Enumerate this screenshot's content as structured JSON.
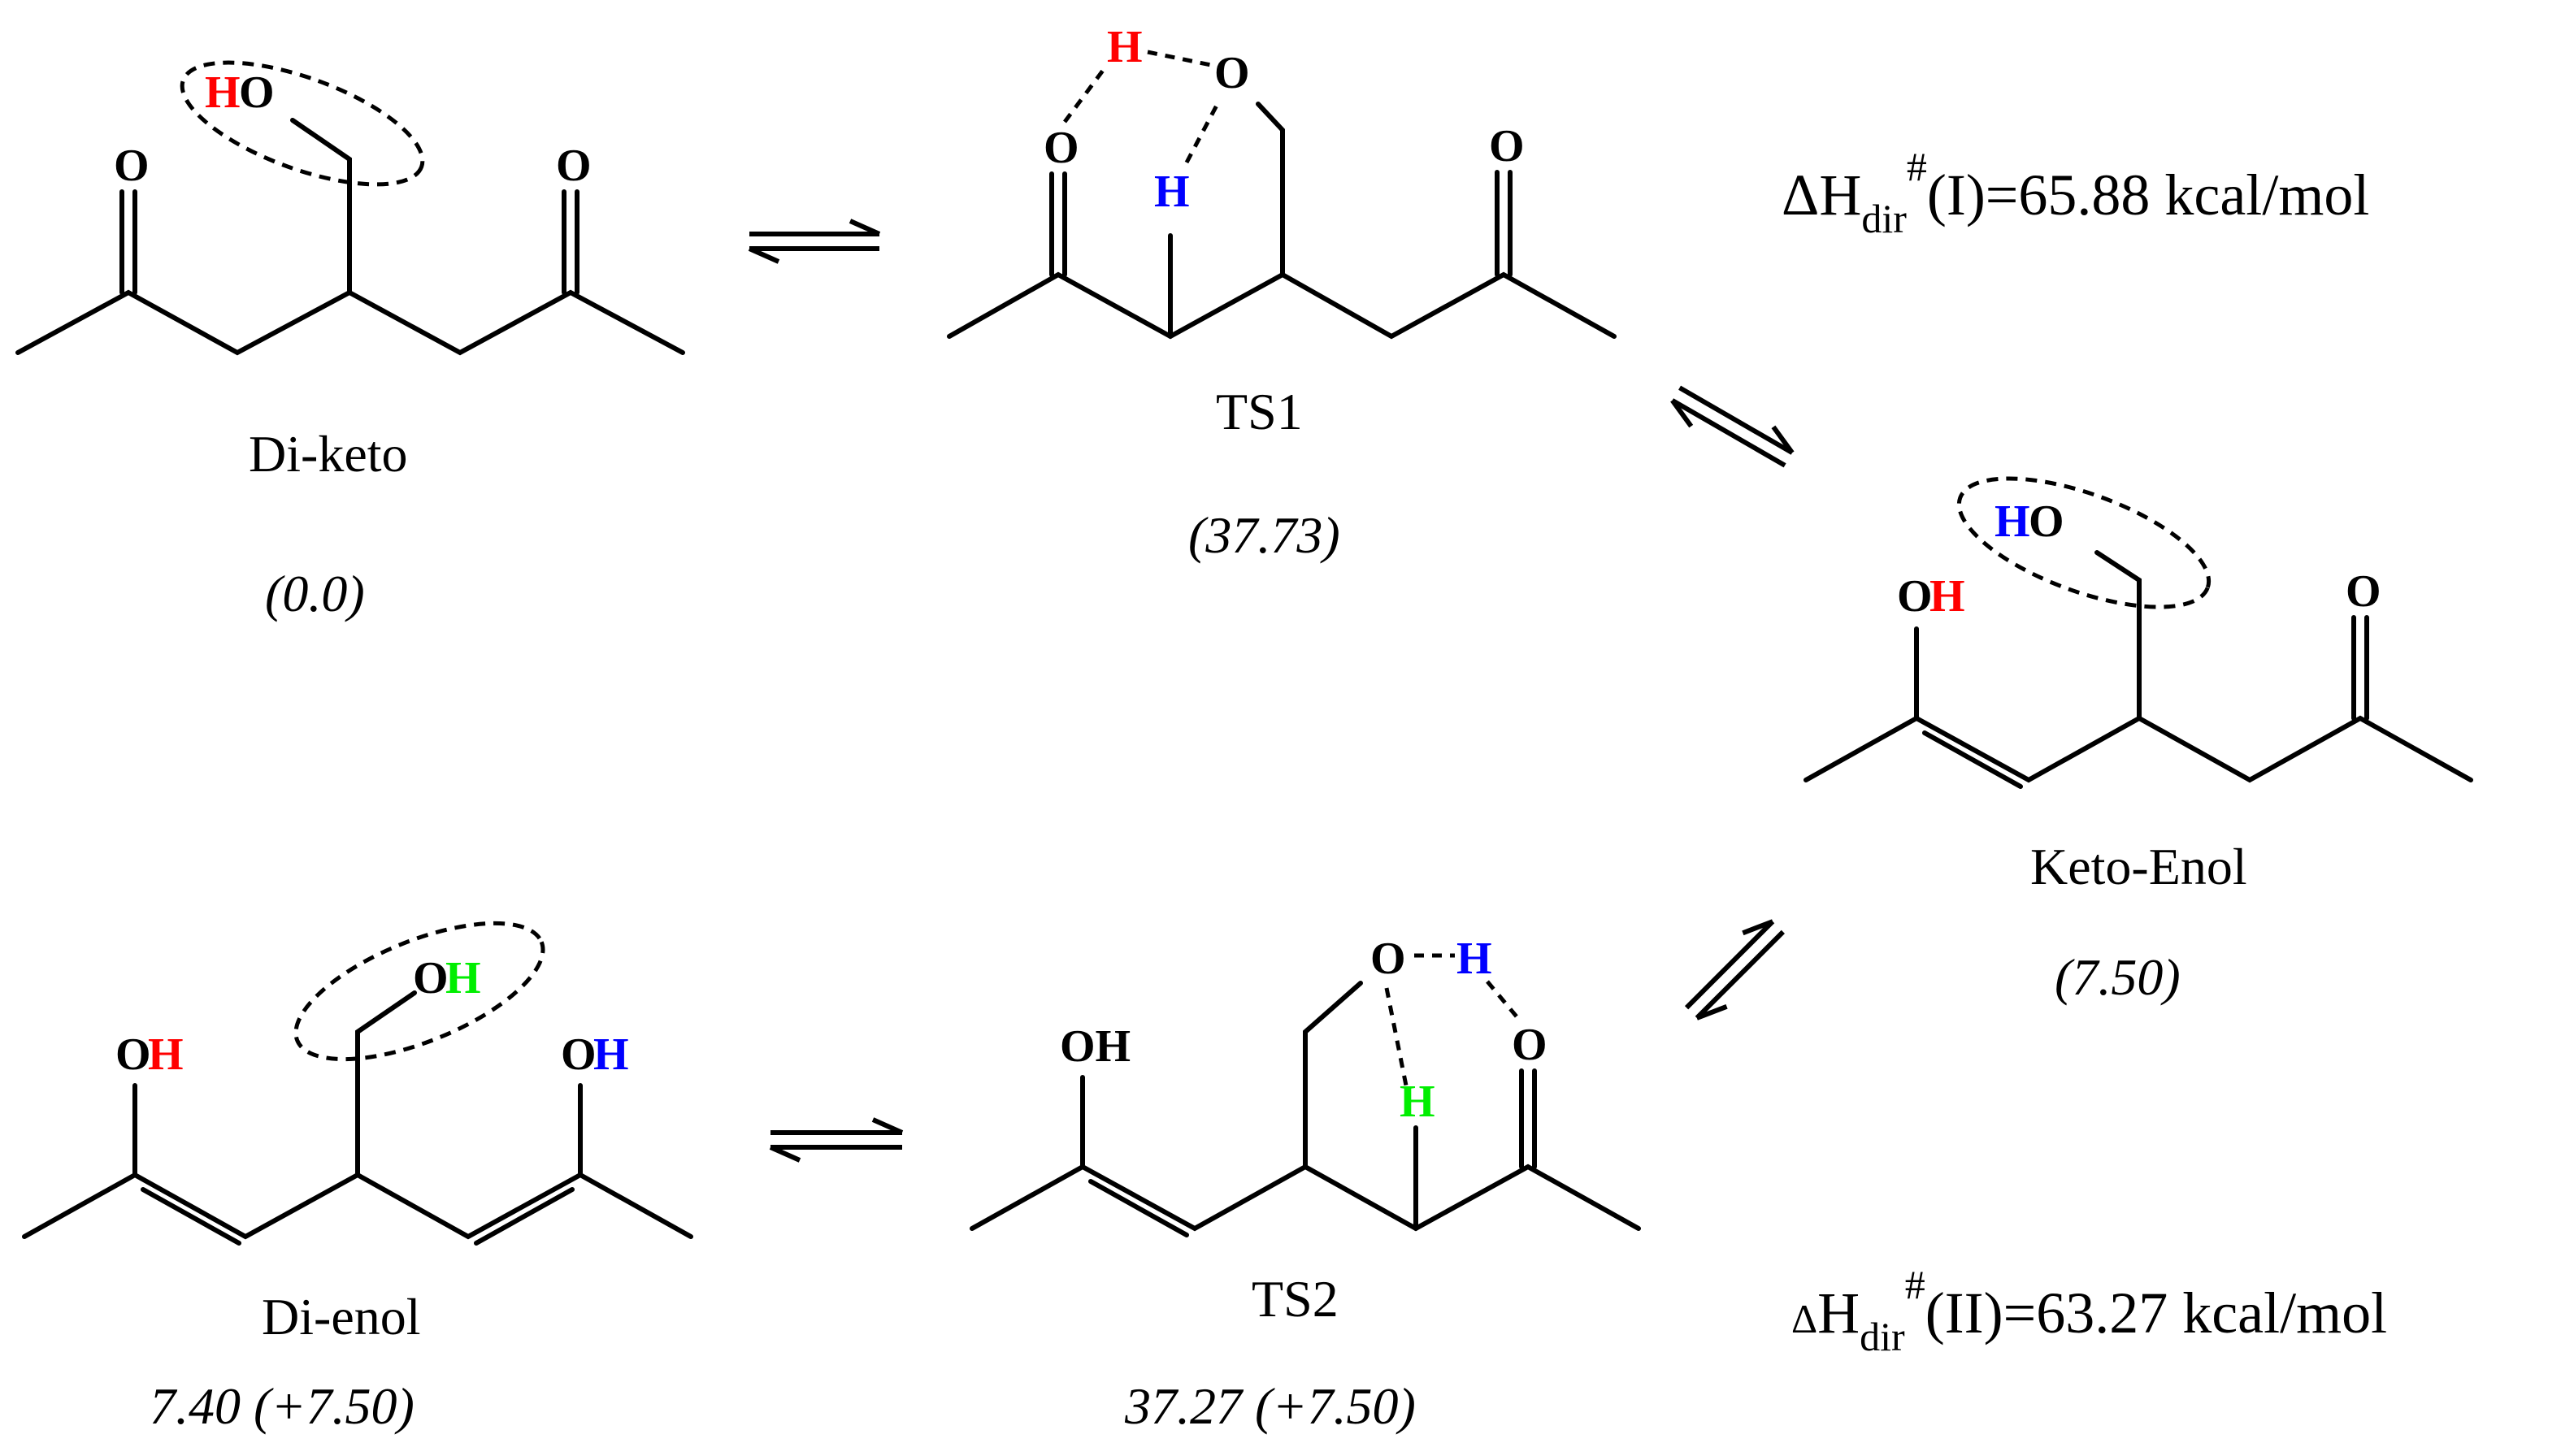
{
  "colors": {
    "red": "#ff0000",
    "blue": "#0000ff",
    "green": "#00ee00",
    "black": "#000000"
  },
  "atoms": {
    "O": "O",
    "H": "H",
    "OH": "OH",
    "HO": "HO"
  },
  "species": {
    "diketo": {
      "name": "Di-keto",
      "energy": "(0.0)"
    },
    "ts1": {
      "name": "TS1",
      "energy": "(37.73)"
    },
    "ketoenol": {
      "name": "Keto-Enol",
      "energy": "(7.50)"
    },
    "ts2": {
      "name": "TS2",
      "energy": "37.27  (+7.50)"
    },
    "dienol": {
      "name": "Di-enol",
      "energy": "7.40  (+7.50)"
    }
  },
  "enthalpy": {
    "I": {
      "delta": "Δ",
      "H": "H",
      "sub": "dir",
      "sup": "#",
      "rest": "(I)=65.88  kcal/mol"
    },
    "II": {
      "delta": "Δ",
      "H": "H",
      "sub": "dir",
      "sup": "#",
      "rest": "(II)=63.27  kcal/mol"
    }
  }
}
